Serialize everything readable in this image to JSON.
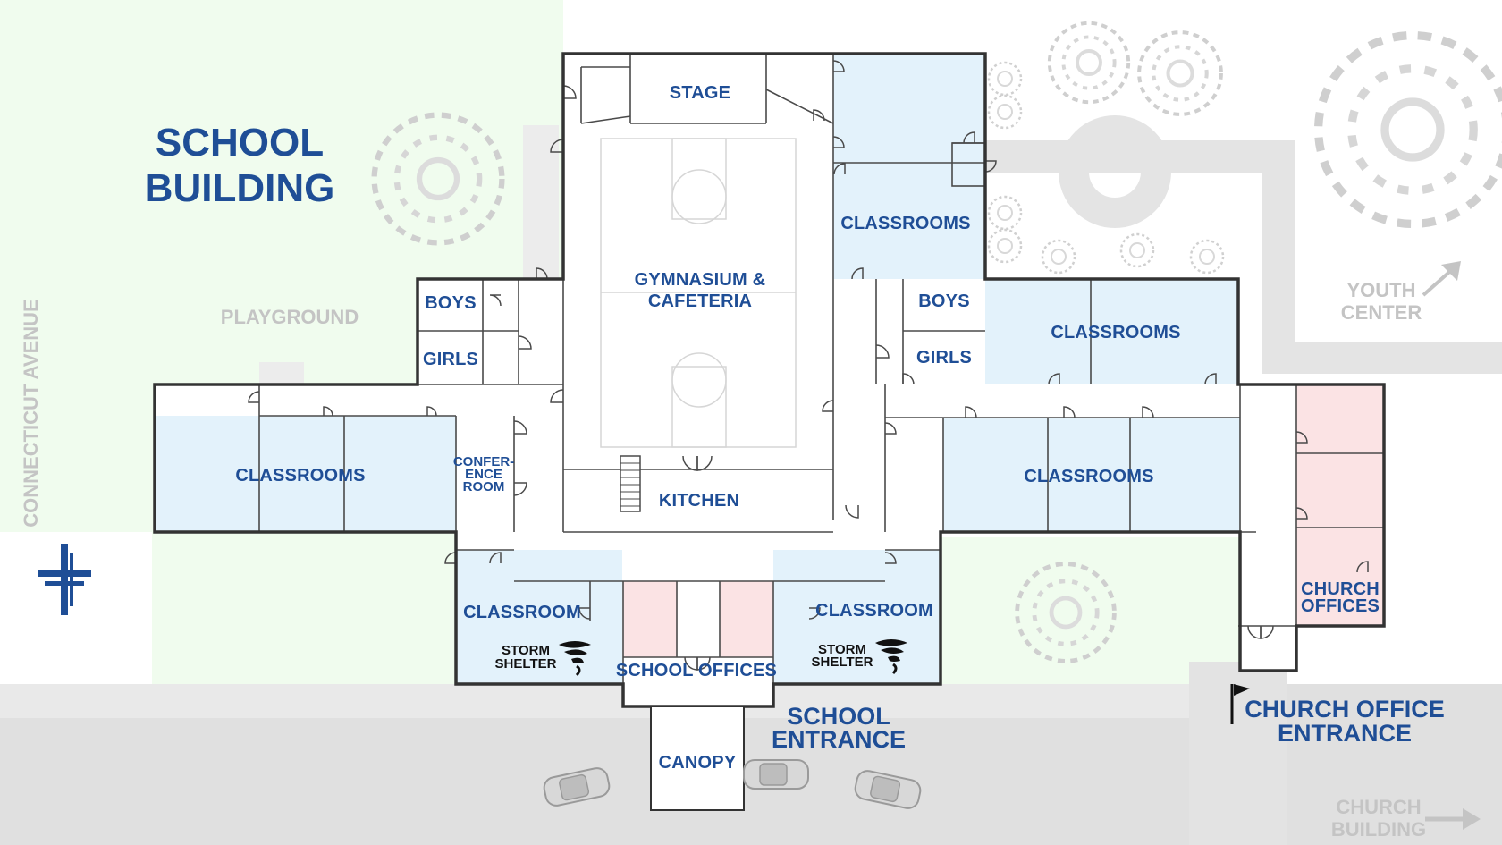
{
  "title": "SCHOOL BUILDING",
  "colors": {
    "classroom_fill": "#e3f2fb",
    "office_fill": "#fbe3e4",
    "lawn_fill": "#f0fcee",
    "road_fill": "#e0e0e0",
    "wall": "#333333",
    "label": "#1f4e96",
    "muted_label": "#c4c4c4"
  },
  "rooms": {
    "stage": "STAGE",
    "gym": [
      "GYMNASIUM &",
      "CAFETERIA"
    ],
    "classrooms_ne": "CLASSROOMS",
    "boys_w": "BOYS",
    "girls_w": "GIRLS",
    "boys_e": "BOYS",
    "girls_e": "GIRLS",
    "classrooms_east_upper": "CLASSROOMS",
    "classrooms_west": "CLASSROOMS",
    "conference": [
      "CONFER-",
      "ENCE",
      "ROOM"
    ],
    "kitchen": "KITCHEN",
    "classrooms_east_lower": "CLASSROOMS",
    "classroom_sw": "CLASSROOM",
    "classroom_se": "CLASSROOM",
    "storm_shelter_w": [
      "STORM",
      "SHELTER"
    ],
    "storm_shelter_e": [
      "STORM",
      "SHELTER"
    ],
    "school_offices": "SCHOOL OFFICES",
    "church_offices": [
      "CHURCH",
      "OFFICES"
    ],
    "canopy": "CANOPY"
  },
  "areas": {
    "playground": "PLAYGROUND",
    "connecticut_avenue": "CONNECTICUT AVENUE",
    "youth_center": [
      "YOUTH",
      "CENTER"
    ],
    "church_building": [
      "CHURCH",
      "BUILDING"
    ]
  },
  "entrances": {
    "school": [
      "SCHOOL",
      "ENTRANCE"
    ],
    "church_office": [
      "CHURCH OFFICE",
      "ENTRANCE"
    ]
  },
  "icons": {
    "logo": "cross-logo-icon",
    "flag": "flag-icon",
    "tornado": "tornado-icon",
    "arrow": "arrow-icon",
    "car": "car-icon",
    "tree": "tree-icon"
  }
}
